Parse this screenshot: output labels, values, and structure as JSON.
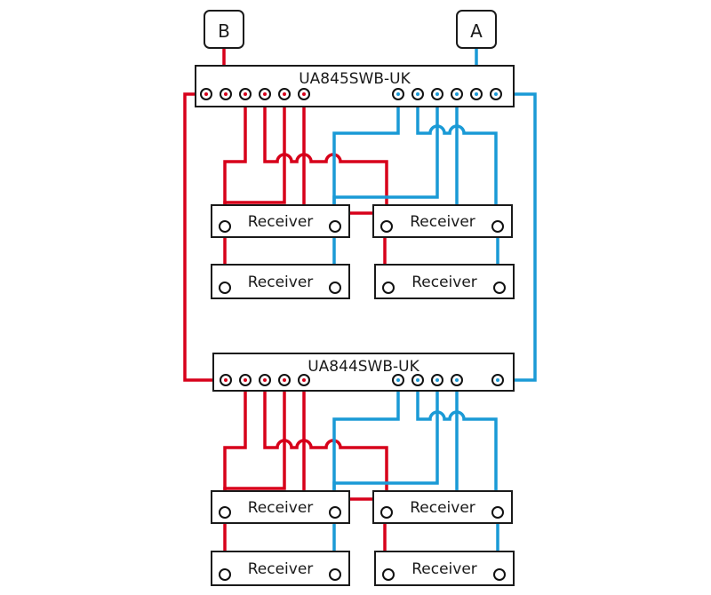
{
  "colors": {
    "red": "#d7001a",
    "blue": "#1a9ad6",
    "outline": "#1a1a1a"
  },
  "antennas": [
    {
      "id": "B",
      "label": "B",
      "wire": "red"
    },
    {
      "id": "A",
      "label": "A",
      "wire": "blue"
    }
  ],
  "splitters": [
    {
      "id": "top",
      "label": "UA845SWB-UK",
      "red_ports": 6,
      "blue_ports": 6
    },
    {
      "id": "bottom",
      "label": "UA844SWB-UK",
      "red_ports": 5,
      "blue_ports": 5
    }
  ],
  "receivers": [
    {
      "group": "top",
      "label": "Receiver"
    },
    {
      "group": "top",
      "label": "Receiver"
    },
    {
      "group": "top",
      "label": "Receiver"
    },
    {
      "group": "top",
      "label": "Receiver"
    },
    {
      "group": "bottom",
      "label": "Receiver"
    },
    {
      "group": "bottom",
      "label": "Receiver"
    },
    {
      "group": "bottom",
      "label": "Receiver"
    },
    {
      "group": "bottom",
      "label": "Receiver"
    }
  ]
}
